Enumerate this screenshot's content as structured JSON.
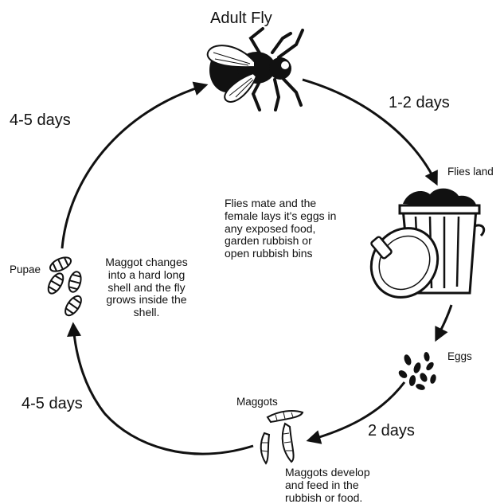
{
  "stages": {
    "adult_fly": "Adult Fly",
    "flies_land": "Flies land",
    "eggs": "Eggs",
    "maggots": "Maggots",
    "pupae": "Pupae"
  },
  "durations": {
    "fly_to_land": "1-2 days",
    "eggs_to_maggots": "2 days",
    "maggots_to_pupae": "4-5 days",
    "pupae_to_fly": "4-5 days"
  },
  "descriptions": {
    "mating": "Flies mate and the\nfemale lays it's eggs in\nany exposed food,\ngarden rubbish or\nopen rubbish bins",
    "pupation": "Maggot changes\ninto a hard long\nshell and the fly\ngrows inside the\nshell.",
    "feeding": "Maggots develop\nand feed in the\nrubbish or food."
  },
  "icons": [
    "fly-icon",
    "rubbish-bin-icon",
    "eggs-icon",
    "maggots-icon",
    "pupae-icon"
  ]
}
